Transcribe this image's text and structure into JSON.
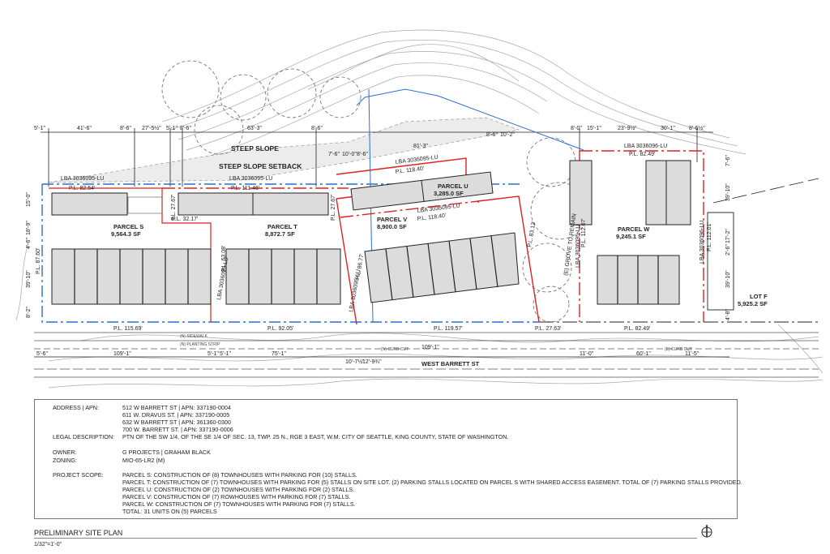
{
  "plan": {
    "steep_slope": "STEEP SLOPE",
    "steep_slope_setback": "STEEP SLOPE SETBACK",
    "street": "WEST BARRETT ST",
    "grove": "(E) GROVE TO REMAIN",
    "parcels": [
      {
        "name": "PARCEL S",
        "area": "9,564.3 SF"
      },
      {
        "name": "PARCEL T",
        "area": "8,872.7 SF"
      },
      {
        "name": "PARCEL U",
        "area": "3,285.0 SF"
      },
      {
        "name": "PARCEL V",
        "area": "8,900.0 SF"
      },
      {
        "name": "PARCEL W",
        "area": "9,245.1 SF"
      },
      {
        "name": "LOT F",
        "area": "5,925.2 SF"
      }
    ],
    "lba": [
      "LBA 3036095-LU",
      "LBA 3036095-LU",
      "LBA 3036095-LU",
      "LBA 3036095-LU",
      "LBA 3036096-LU",
      "LBA 3036095-LU",
      "LBA 3036095-LU",
      "LBA 3036095-LU",
      "LBA 3036096-LU"
    ],
    "property_lines": [
      "P.L. 82.54'",
      "P.L. 111.46'",
      "P.L. 32.17'",
      "P.L. 118.40'",
      "P.L. 118.40'",
      "P.L. 82.49'",
      "P.L. 115.69'",
      "P.L. 92.05'",
      "P.L. 119.57'",
      "P.L. 27.63'",
      "P.L. 82.49'",
      "P.L. 87.60'",
      "P.L. 27.67'",
      "P.L. 27.67'",
      "P.L. 63.08'",
      "P.L. 86.77'",
      "P.L. 83.13'",
      "P.L. 112.07'",
      "P.L. 112.01'"
    ],
    "top_dims": [
      "5'-1\"",
      "41'-6\"",
      "8'-6\"",
      "27'-5½\"",
      "5'-1\"",
      "8'-6\"",
      "63'-3\"",
      "8'-6\"",
      "7'-6\"",
      "10'-0\"",
      "8'-6\"",
      "81'-3\"",
      "8'-6\"",
      "10'-2\"",
      "8'-0\"",
      "15'-1\"",
      "23'-9½\"",
      "30'-1\"",
      "8'-6½\""
    ],
    "bottom_dims": [
      "5'-6\"",
      "109'-1\"",
      "5'-1\"",
      "5'-1\"",
      "75'-1\"",
      "10'-7½\"",
      "12'-9¾\"",
      "109'-1\"",
      "11'-0\"",
      "60'-1\"",
      "11'-5\""
    ],
    "side_dims": [
      "15'-0\"",
      "18'-9\"",
      "4'-6\"",
      "39'-10\"",
      "8'-2\"",
      "7'-6\"",
      "39'-10\"",
      "17'-2\"",
      "39'-10\"",
      "2'-6\"",
      "4'-8\""
    ],
    "notes": [
      "(N) SIDEWALK",
      "(N) PLANTING STRIP",
      "(N) CURB CUT",
      "(E) CURB CUT"
    ]
  },
  "info": {
    "address_label": "ADDRESS | APN:",
    "addresses": [
      "512 W BARRETT ST | APN: 337190-0004",
      "611 W. DRAVUS ST. | APN: 337190-0005",
      "632 W BARRETT ST | APN: 361360-0300",
      "700 W. BARRETT ST. | APN: 337190-0006"
    ],
    "legal_label": "LEGAL DESCRIPTION:",
    "legal": "PTN OF THE SW 1/4, OF THE SE 1/4 OF SEC. 13, TWP. 25 N., RGE 3 EAST, W.M. CITY OF SEATTLE, KING COUNTY, STATE OF WASHINGTON.",
    "owner_label": "OWNER:",
    "owner": "G PROJECTS | GRAHAM BLACK",
    "zoning_label": "ZONING:",
    "zoning": "MIO-65-LR2 (M)",
    "scope_label": "PROJECT SCOPE:",
    "scope": [
      "PARCEL S: CONSTRUCTION OF (8) TOWNHOUSES WITH PARKING FOR (10) STALLS.",
      "PARCEL T: CONSTRUCTION OF (7) TOWNHOUSES WITH PARKING FOR (5) STALLS ON SITE LOT. (2) PARKING STALLS LOCATED ON PARCEL S WITH SHARED ACCESS EASEMENT. TOTAL OF (7) PARKING STALLS PROVIDED.",
      "PARCEL U: CONSTRUCTION OF (2) TOWNHOUSES WITH PARKING FOR (2) STALLS.",
      "PARCEL V: CONSTRUCTION OF (7) ROWHOUSES WITH PARKING FOR (7) STALLS.",
      "PARCEL W: CONSTRUCTION OF (7) TOWNHOUSES WITH PARKING FOR (7) STALLS.",
      "TOTAL: 31 UNITS ON (5) PARCELS"
    ]
  },
  "sheet": {
    "title": "PRELIMINARY SITE PLAN",
    "scale": "1/32\"=1'-0\""
  }
}
